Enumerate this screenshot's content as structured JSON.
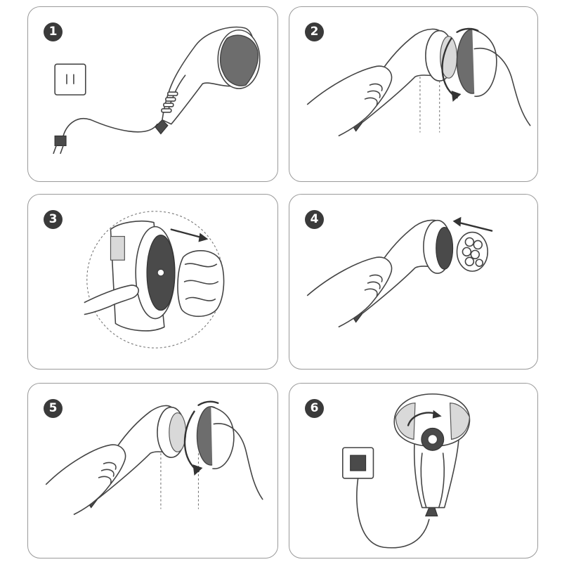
{
  "steps": [
    {
      "number": "1",
      "icon": "plug-socket-icon"
    },
    {
      "number": "2",
      "icon": "twist-remove-head-icon"
    },
    {
      "number": "3",
      "icon": "detach-attachment-icon"
    },
    {
      "number": "4",
      "icon": "insert-attachment-icon"
    },
    {
      "number": "5",
      "icon": "twist-lock-head-icon"
    },
    {
      "number": "6",
      "icon": "power-dial-icon"
    }
  ],
  "colors": {
    "border": "#9a9a9a",
    "badge": "#3a3a3a",
    "shade": "#6d6d6d"
  }
}
